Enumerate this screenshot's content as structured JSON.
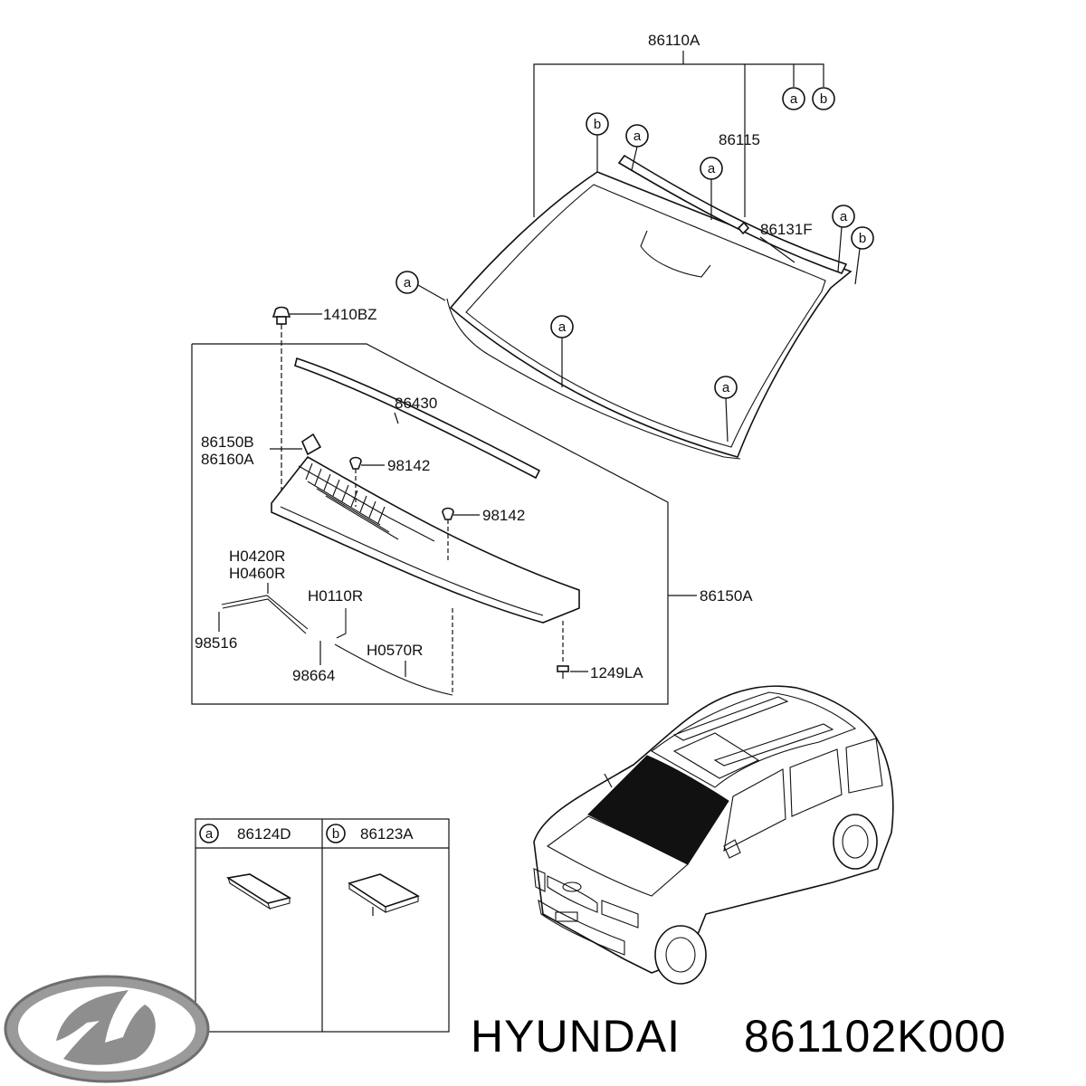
{
  "callouts": {
    "windshield_assy": "86110A",
    "part_86115": "86115",
    "part_86131f": "86131F",
    "clip_1410bz": "1410BZ",
    "molding_86430": "86430",
    "part_86150b": "86150B",
    "part_86160a": "86160A",
    "nozzle_98142_a": "98142",
    "nozzle_98142_b": "98142",
    "hose_h0420r": "H0420R",
    "hose_h0460r": "H0460R",
    "hose_h0110r": "H0110R",
    "clip_98516": "98516",
    "hose_h0570r": "H0570R",
    "clip_98664": "98664",
    "cowl_86150a": "86150A",
    "screw_1249la": "1249LA"
  },
  "markers": {
    "a": "a",
    "b": "b"
  },
  "legend": {
    "a_code": "86124D",
    "b_code": "86123A"
  },
  "footer": {
    "brand": "HYUNDAI",
    "part_number": "861102K000"
  }
}
